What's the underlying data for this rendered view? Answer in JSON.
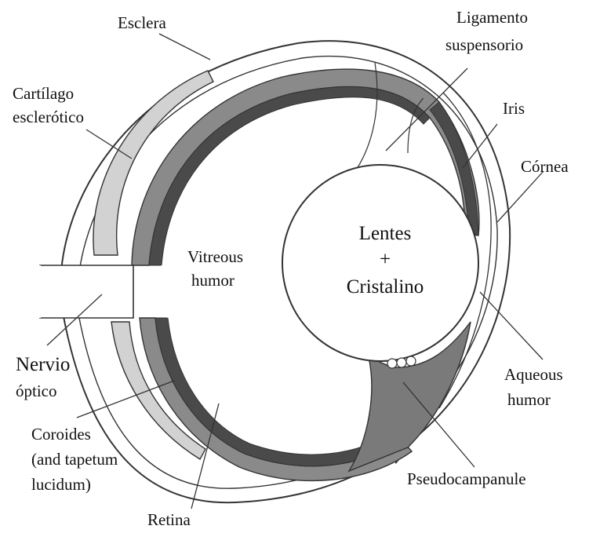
{
  "colors": {
    "background": "#ffffff",
    "outline": "#333333",
    "choroid": "#8a8a8a",
    "retina": "#4a4a4a",
    "cartilage": "#d2d2d2",
    "pseudocampanule": "#7a7a7a"
  },
  "labels": {
    "esclera": "Esclera",
    "cartilago_line1": "Cartílago",
    "cartilago_line2": "esclerótico",
    "nervio_line1": "Nervio",
    "nervio_line2": "óptico",
    "coroides_line1": "Coroides",
    "coroides_line2": "(and tapetum",
    "coroides_line3": "lucidum)",
    "retina": "Retina",
    "ligamento_line1": "Ligamento",
    "ligamento_line2": "suspensorio",
    "iris": "Iris",
    "cornea": "Córnea",
    "aqueous_line1": "Aqueous",
    "aqueous_line2": "humor",
    "pseudocampanule": "Pseudocampanule",
    "vitreous_line1": "Vitreous",
    "vitreous_line2": "humor",
    "lens_line1": "Lentes",
    "lens_line2": "+",
    "lens_line3": "Cristalino"
  }
}
